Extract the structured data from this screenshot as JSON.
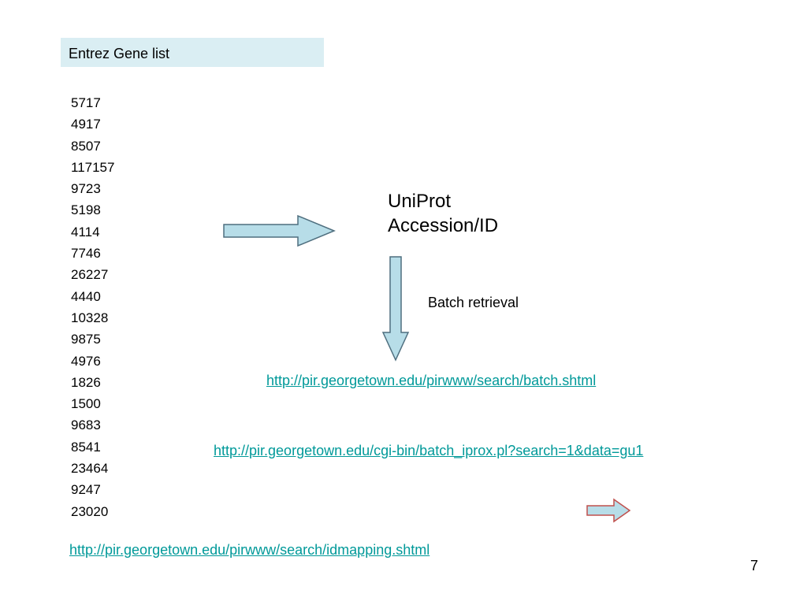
{
  "title": "Entrez Gene list",
  "gene_ids": [
    "5717",
    "4917",
    "8507",
    "117157",
    "9723",
    "5198",
    "4114",
    "7746",
    "26227",
    "4440",
    "10328",
    "9875",
    "4976",
    "1826",
    "1500",
    "9683",
    "8541",
    "23464",
    "9247",
    "23020"
  ],
  "uniprot": {
    "line1": "UniProt",
    "line2": "Accession/ID"
  },
  "batch_label": "Batch retrieval",
  "links": {
    "batch": "http://pir.georgetown.edu/pirwww/search/batch.shtml",
    "iprox": "http://pir.georgetown.edu/cgi-bin/batch_iprox.pl?search=1&data=gu1",
    "idmapping": "http://pir.georgetown.edu/pirwww/search/idmapping.shtml"
  },
  "page_number": "7",
  "colors": {
    "title_bg": "#daeef3",
    "arrow_fill": "#b7dde8",
    "arrow_stroke": "#4f6f7f",
    "small_arrow_stroke": "#c0504d",
    "link": "#009999"
  }
}
